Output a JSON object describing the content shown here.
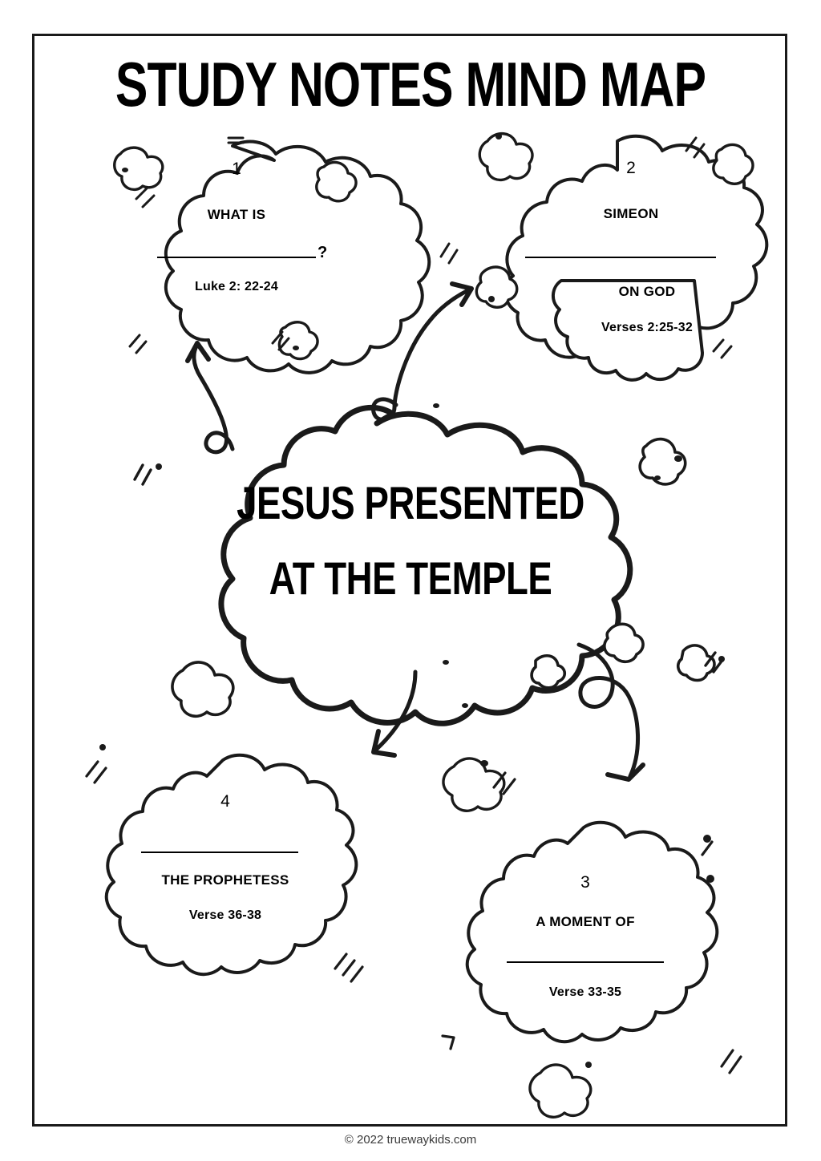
{
  "page": {
    "title": "STUDY NOTES MIND MAP",
    "footer": "© 2022 truewaykids.com",
    "ink_color": "#000000",
    "background_color": "#ffffff"
  },
  "center": {
    "line1": "JESUS PRESENTED",
    "line2": "AT THE TEMPLE"
  },
  "bubbles": [
    {
      "number": "1",
      "label": "WHAT IS",
      "suffix": "?",
      "reference": "Luke 2: 22-24",
      "blank_position": "after-label"
    },
    {
      "number": "2",
      "label": "SIMEON",
      "label2": "ON GOD",
      "reference": "Verses 2:25-32",
      "blank_position": "between-labels"
    },
    {
      "number": "3",
      "label": "A MOMENT OF",
      "reference": "Verse 33-35",
      "blank_position": "after-label"
    },
    {
      "number": "4",
      "label": "THE PROPHETESS",
      "reference": "Verse 36-38",
      "blank_position": "before-label"
    }
  ]
}
